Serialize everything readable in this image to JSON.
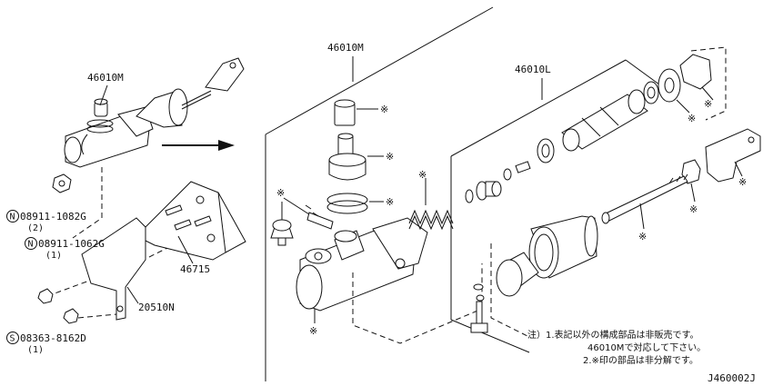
{
  "labels": {
    "left_assembly": "46010M",
    "right_assembly": "46010M",
    "inner_kit": "46010L",
    "bolt_1": "08911-1082G",
    "bolt_1_qty": "(2)",
    "bolt_2": "08911-1062G",
    "bolt_2_qty": "(1)",
    "bracket_a": "46715",
    "bracket_b": "20510N",
    "screw": "08363-8162D",
    "screw_qty": "(1)",
    "prefix_n": "N",
    "prefix_s": "S",
    "diagram_id": "J460002J"
  },
  "mark": "※",
  "notes": {
    "line1": "注）1.表記以外の構成部品は非販売です。",
    "line2": "46010Mで対応して下さい。",
    "line3": "2.※印の部品は非分解です。"
  }
}
